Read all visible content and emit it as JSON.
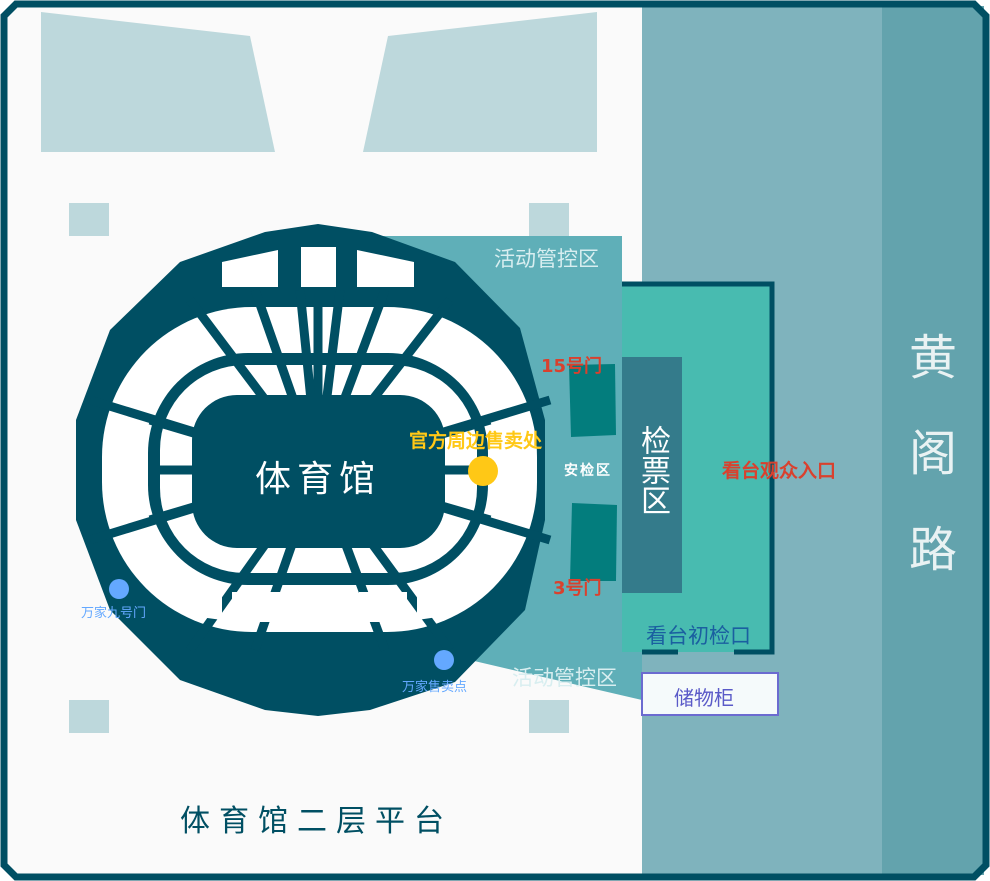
{
  "venue": {
    "name": "体育馆",
    "platform": "体育馆二层平台"
  },
  "road": {
    "chars": [
      "黄",
      "阁",
      "路"
    ]
  },
  "zones": {
    "control_top": "活动管控区",
    "control_bottom": "活动管控区",
    "ticket_check": "检票区",
    "security": "安检区",
    "audience_entrance": "看台观众入口",
    "first_check": "看台初检口",
    "lockers": "储物柜"
  },
  "gates": {
    "gate15": "15号门",
    "gate3": "3号门"
  },
  "points": {
    "official_shop": "官方周边售卖处",
    "wanjia_gate9": "万家九号门",
    "wanjia_shop": "万家售卖点"
  },
  "colors": {
    "frame": "#004f63",
    "road": "#7fb3bd",
    "road_dark": "#63a3ad",
    "control": "#5fafb8",
    "entrance": "#48bbb0",
    "ticket": "#347b8b",
    "gate": "#037d7d",
    "red": "#d9412e",
    "yellow": "#ffc816",
    "blue": "#64a8ff"
  }
}
